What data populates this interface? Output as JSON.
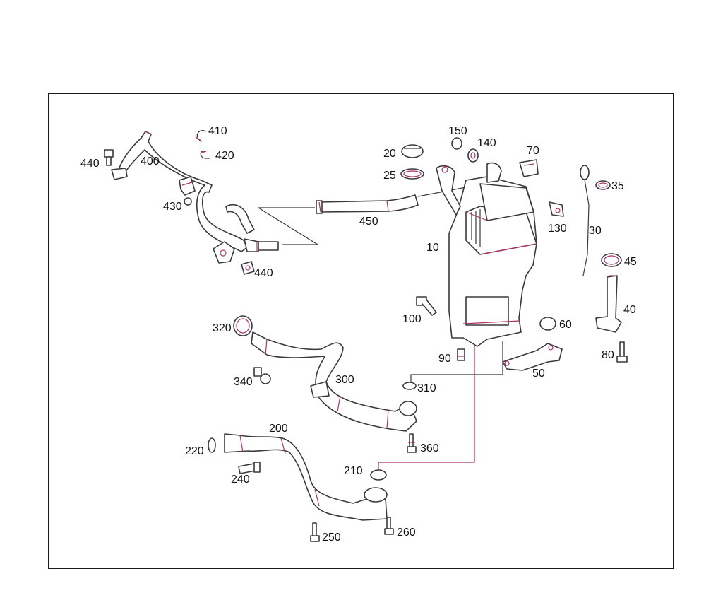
{
  "callouts": {
    "c10": "10",
    "c20": "20",
    "c25": "25",
    "c30": "30",
    "c35": "35",
    "c40": "40",
    "c45": "45",
    "c50": "50",
    "c60": "60",
    "c70": "70",
    "c80": "80",
    "c90": "90",
    "c100": "100",
    "c130": "130",
    "c140": "140",
    "c150": "150",
    "c200": "200",
    "c210": "210",
    "c220": "220",
    "c240": "240",
    "c250": "250",
    "c260": "260",
    "c300": "300",
    "c310": "310",
    "c320": "320",
    "c340": "340",
    "c360": "360",
    "c400": "400",
    "c410": "410",
    "c420": "420",
    "c430": "430",
    "c440a": "440",
    "c440b": "440",
    "c450": "450"
  },
  "colors": {
    "frame": "#1a1a1a",
    "line_art": "#3a3a3a",
    "accent": "#b0306a",
    "background": "#ffffff"
  }
}
